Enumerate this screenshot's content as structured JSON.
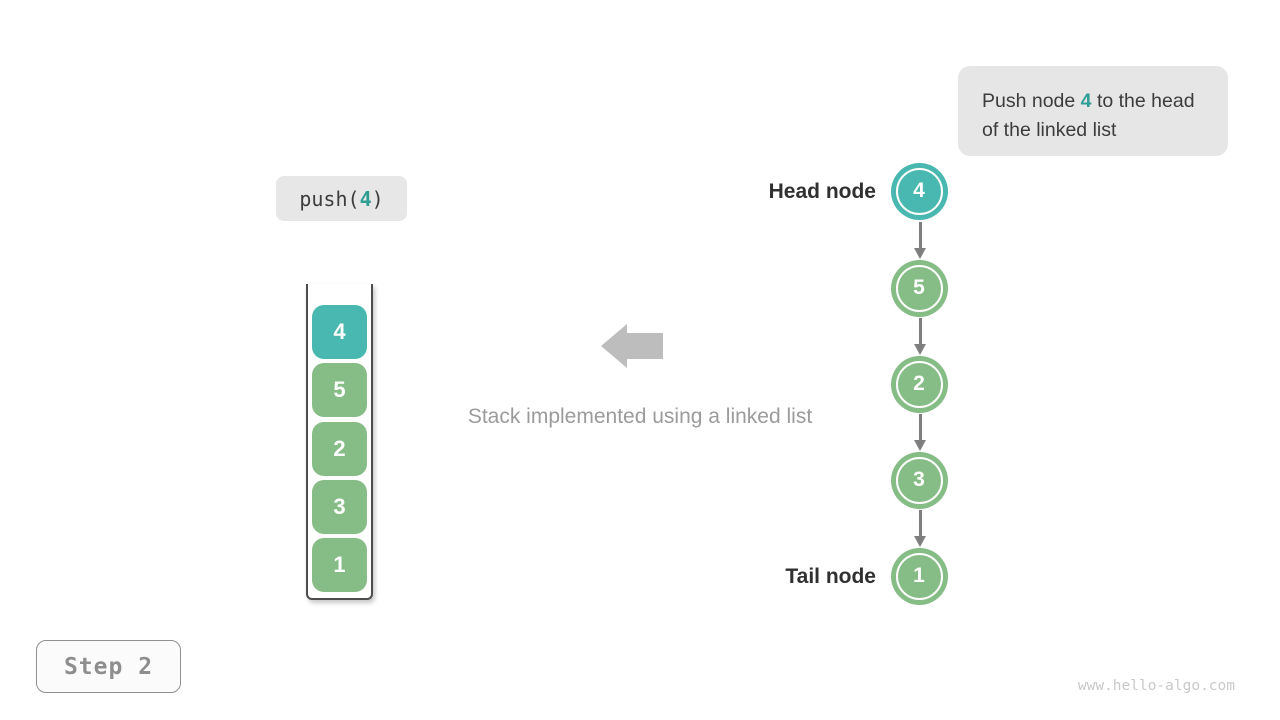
{
  "palette": {
    "teal": "#49b8b0",
    "green": "#86bd86",
    "accent_text": "#2f9e94",
    "node_arrow_gray": "#7f7f7f",
    "big_arrow_gray": "#bdbdbd",
    "label_dark": "#303030",
    "caption_gray": "#9b9b9b",
    "badge_bg": "#e7e7e7",
    "callout_bg": "#e6e6e6",
    "container_line": "#4d4d4d",
    "step_gray": "#8e8e8e",
    "watermark_gray": "#c9c9c9"
  },
  "callout": {
    "text_before": "Push node ",
    "highlight": "4",
    "text_after": " to the head of the linked list"
  },
  "operation": {
    "prefix": "push(",
    "arg": "4",
    "suffix": ")"
  },
  "stack": {
    "items": [
      {
        "value": "4",
        "color": "#49b8b0"
      },
      {
        "value": "5",
        "color": "#86bd86"
      },
      {
        "value": "2",
        "color": "#86bd86"
      },
      {
        "value": "3",
        "color": "#86bd86"
      },
      {
        "value": "1",
        "color": "#86bd86"
      }
    ]
  },
  "caption": "Stack implemented using a linked list",
  "linked_list": {
    "head_label": "Head node",
    "tail_label": "Tail node",
    "nodes": [
      {
        "value": "4",
        "color": "#49b8b0"
      },
      {
        "value": "5",
        "color": "#86bd86"
      },
      {
        "value": "2",
        "color": "#86bd86"
      },
      {
        "value": "3",
        "color": "#86bd86"
      },
      {
        "value": "1",
        "color": "#86bd86"
      }
    ]
  },
  "step_label": "Step 2",
  "watermark": "www.hello-algo.com"
}
